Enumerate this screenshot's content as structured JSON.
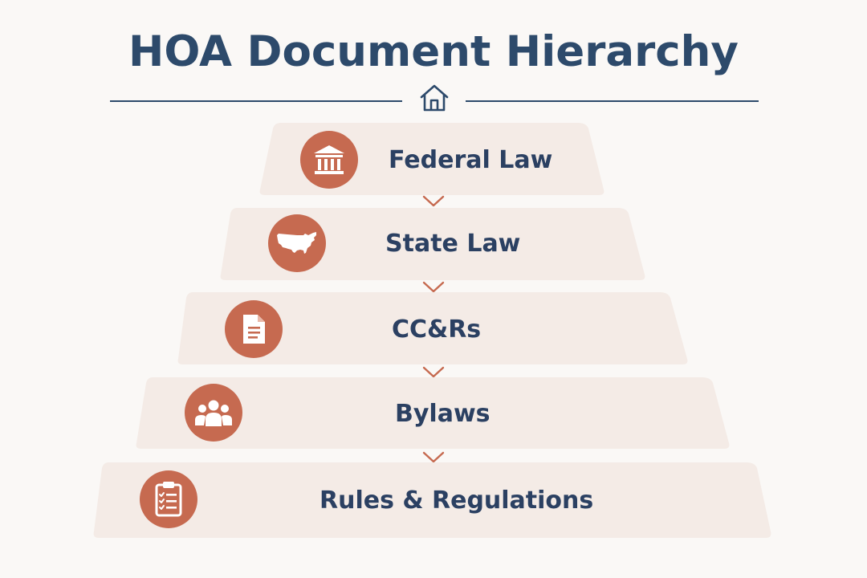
{
  "title": "HOA Document Hierarchy",
  "header_icon": "house-icon",
  "colors": {
    "title": "#2d4a6b",
    "label": "#2b4062",
    "icon_fill": "#c66a50",
    "tier_fill": "#f4ebe6",
    "arrow": "#c66a50"
  },
  "tiers": [
    {
      "label": "Federal Law",
      "icon": "courthouse-icon"
    },
    {
      "label": "State Law",
      "icon": "us-map-icon"
    },
    {
      "label": "CC&Rs",
      "icon": "document-icon"
    },
    {
      "label": "Bylaws",
      "icon": "people-icon"
    },
    {
      "label": "Rules & Regulations",
      "icon": "clipboard-checklist-icon"
    }
  ]
}
